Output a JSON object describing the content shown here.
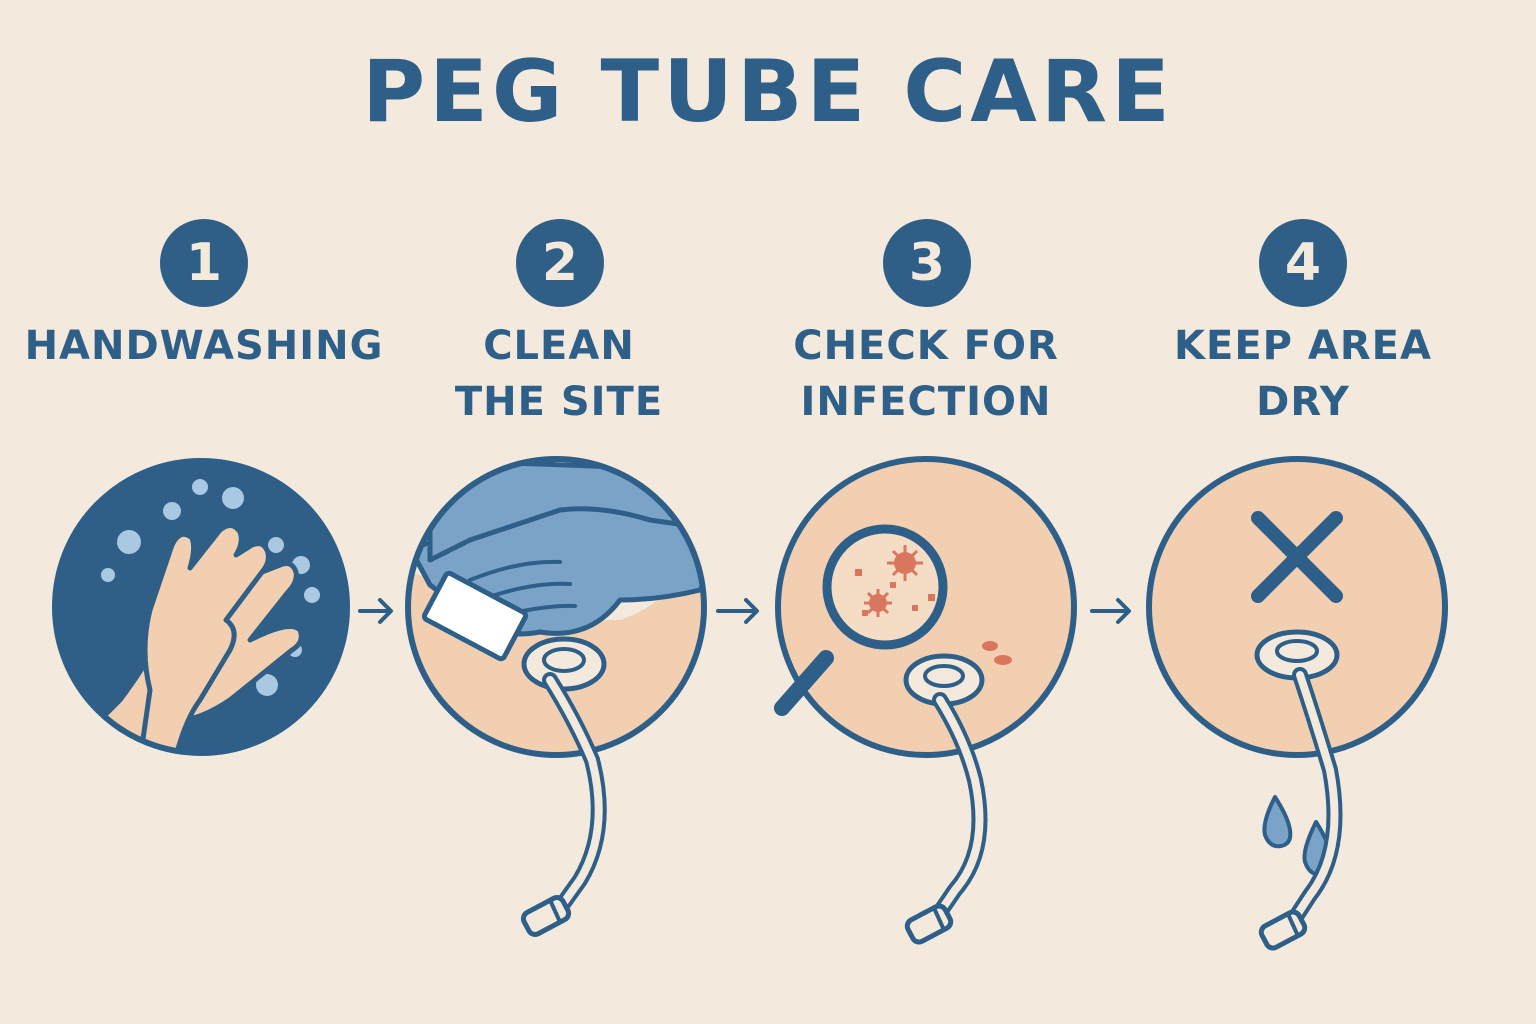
{
  "title": "PEG TUBE CARE",
  "steps": [
    {
      "number": "1",
      "label": "HANDWASHING"
    },
    {
      "number": "2",
      "label": "CLEAN\nTHE SITE"
    },
    {
      "number": "3",
      "label": "CHECK FOR\nINFECTION"
    },
    {
      "number": "4",
      "label": "KEEP AREA\nDRY"
    }
  ],
  "colors": {
    "background": "#f3e9dc",
    "navy": "#2d5f88",
    "skin": "#f2cfb0",
    "glove": "#7aa3c7",
    "infection": "#d9775e"
  }
}
